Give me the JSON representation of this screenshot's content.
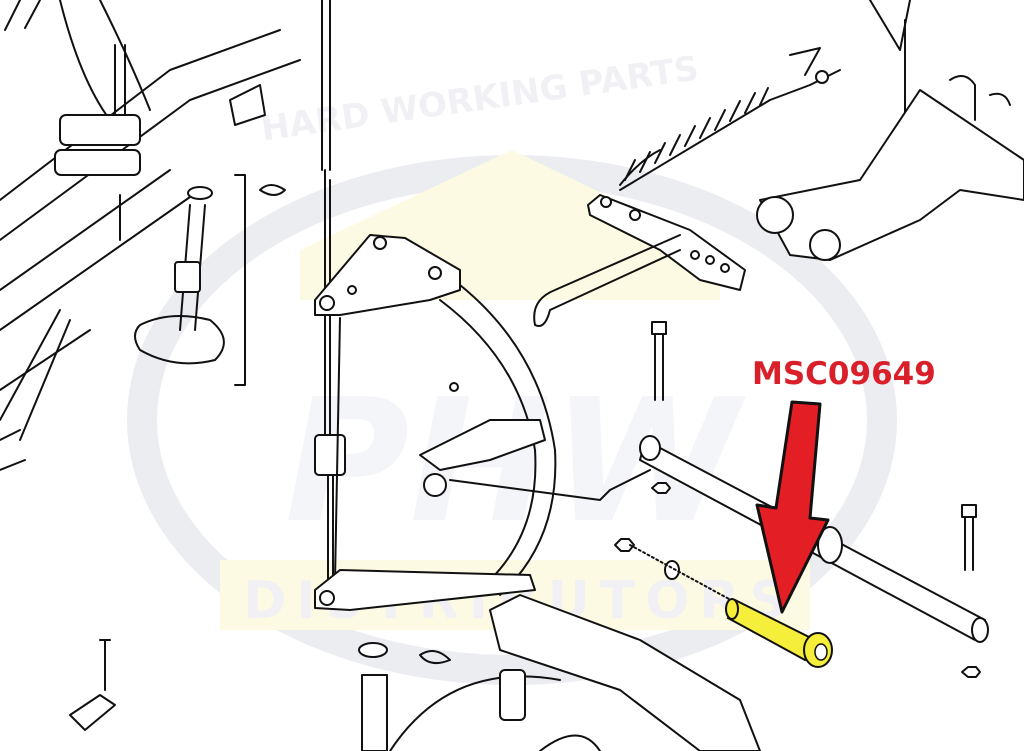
{
  "diagram": {
    "part_number": "MSC09649",
    "highlight_color": "#f5ee3a",
    "arrow_color": "#e31e24",
    "label_color": "#d9202a"
  },
  "watermark": {
    "top_text": "HARD WORKING PARTS",
    "logo_text": "PHW",
    "bottom_text": "DISTRIBUTORS"
  }
}
